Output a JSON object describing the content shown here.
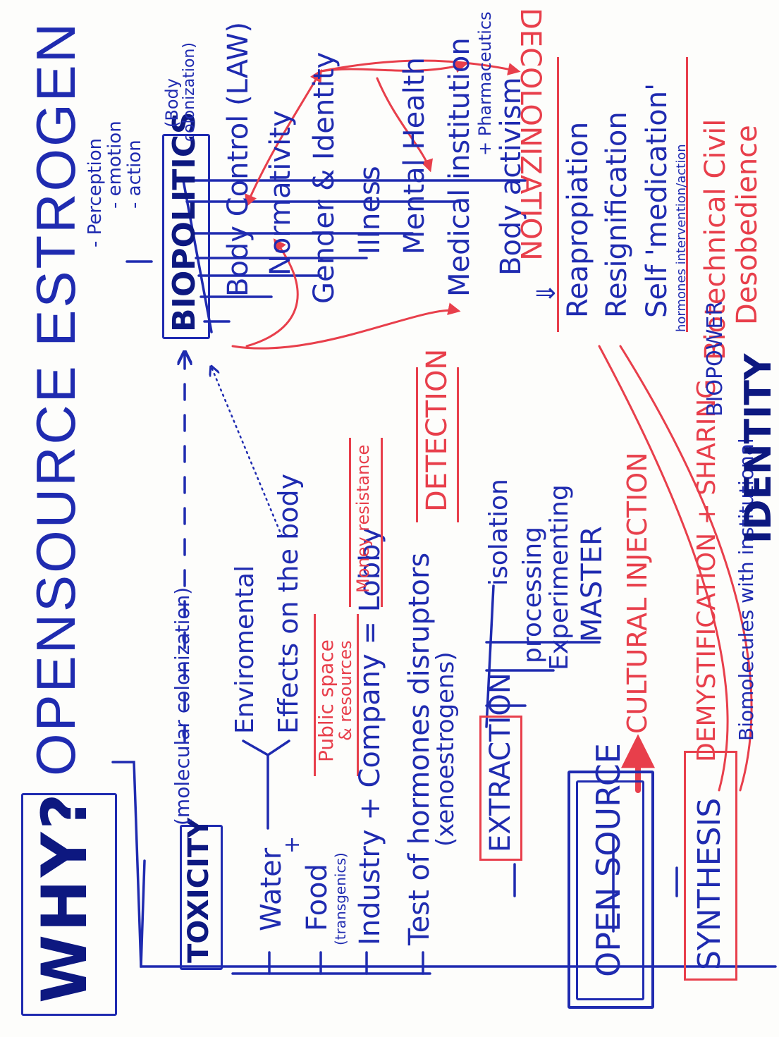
{
  "colors": {
    "blue": "#1f2bb0",
    "red": "#e83f4b",
    "navy": "#0d1880"
  },
  "header": {
    "why": "WHY?",
    "title": "OPENSOURCE ESTROGEN"
  },
  "pea": [
    "- Perception",
    "- emotion",
    "- action"
  ],
  "toxicity": {
    "label": "TOXICITY",
    "molecular": "(molecular colonization)",
    "items": {
      "water": "Water",
      "plus": "+",
      "food": "Food",
      "transgenics": "(transgenics)",
      "enviro": "Enviromental",
      "effects": "Effects on the body",
      "public_space": "Public space",
      "resources": "& resources",
      "industry": "Industry + Company = Lobby",
      "money": "Money resistance",
      "test": "Test of hormones disruptors",
      "xeno": "(xenoestrogens)",
      "detection": "DETECTION"
    }
  },
  "biopolitics": {
    "label": "BIOPOLITICS",
    "body_colonization_1": "(Body",
    "body_colonization_2": "colonization)",
    "items": [
      "Body Control (LAW)",
      "Normativity",
      "Gender & Identity",
      "Illness",
      "Mental Health",
      "Medical institution",
      "+ Pharmaceutics",
      "Body activism"
    ],
    "arrow": "⇓"
  },
  "decolonization": {
    "label": "DECOLONIZATION",
    "items": [
      "Reapropiation",
      "Resignification",
      "Self 'medication'",
      "hormones intervention/action"
    ],
    "civil_1": "Biotechnical Civil",
    "civil_2": "Desobedience"
  },
  "process": {
    "extraction": "EXTRACTION",
    "steps": [
      "isolation",
      "processing",
      "Experimenting",
      "MASTER"
    ],
    "opensource": "OPEN SOURCE",
    "cultural": "CULTURAL INJECTION",
    "demyst": "DEMYSTIFICATION + SHARING",
    "synthesis": "SYNTHESIS",
    "biomolecules": "Biomolecules with institutional",
    "biopower": "BIOPOWER",
    "identity": "IDENTITY"
  }
}
